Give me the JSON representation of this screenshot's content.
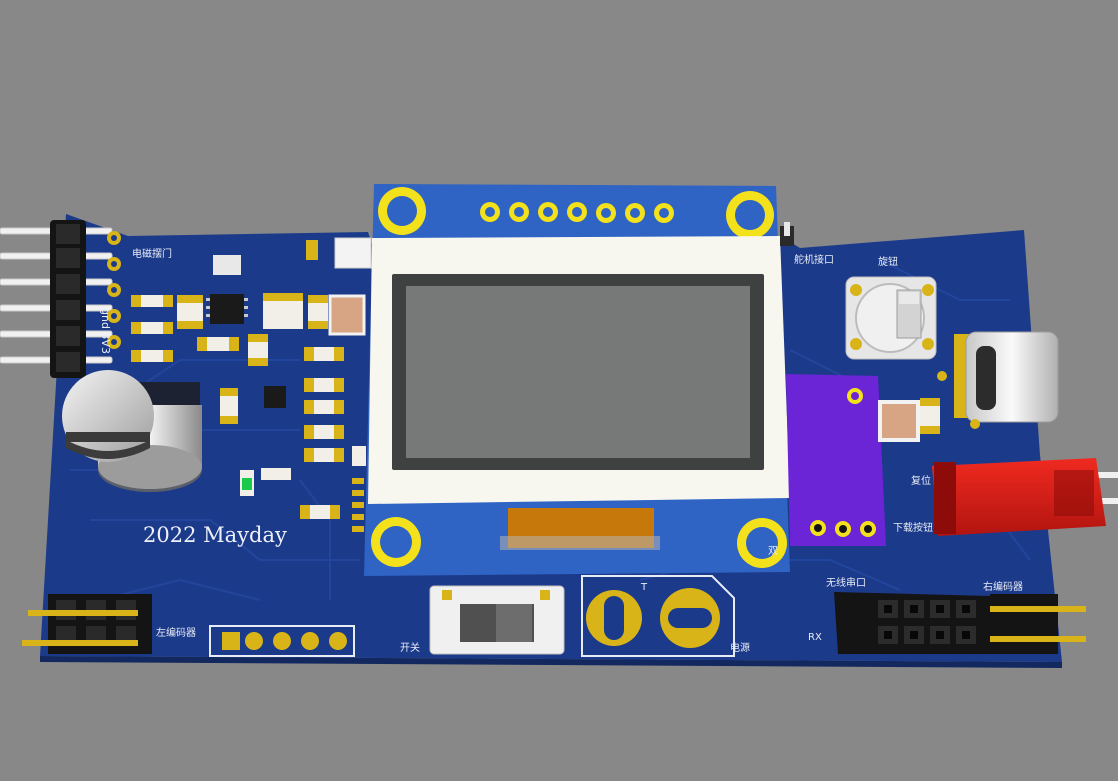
{
  "board": {
    "year_text": "2022 Mayday",
    "labels": {
      "magnet_door": "电磁摆门",
      "power_pins": "gnd 3V3",
      "servo_port": "舵机接口",
      "knob": "旋钮",
      "reset": "复位",
      "download": "下载按钮",
      "left_encoder": "左编码器",
      "switch": "开关",
      "power": "电源",
      "power_t": "T",
      "wireless_serial": "无线串口",
      "rx": "RX",
      "right_encoder": "右编码器",
      "misc": "双"
    }
  },
  "colors": {
    "background": "#888889",
    "pcb": "#1c3a8a",
    "silkscreen": "#e8ecf6",
    "gold": "#d8b418",
    "oled_frame": "#f7f6ef",
    "oled_pcb": "#2f63c4",
    "purple_module": "#6b24d6",
    "red_connector": "#d81a14"
  },
  "icons": {
    "oled_display": "oled-display-icon",
    "capacitor": "electrolytic-capacitor-icon",
    "usb_c": "usb-c-port-icon",
    "slide_switch": "slide-switch-icon",
    "encoder_knob": "rotary-encoder-icon",
    "pin_header": "pin-header-icon",
    "battery_terminal": "power-terminal-icon",
    "led": "green-led-icon"
  }
}
